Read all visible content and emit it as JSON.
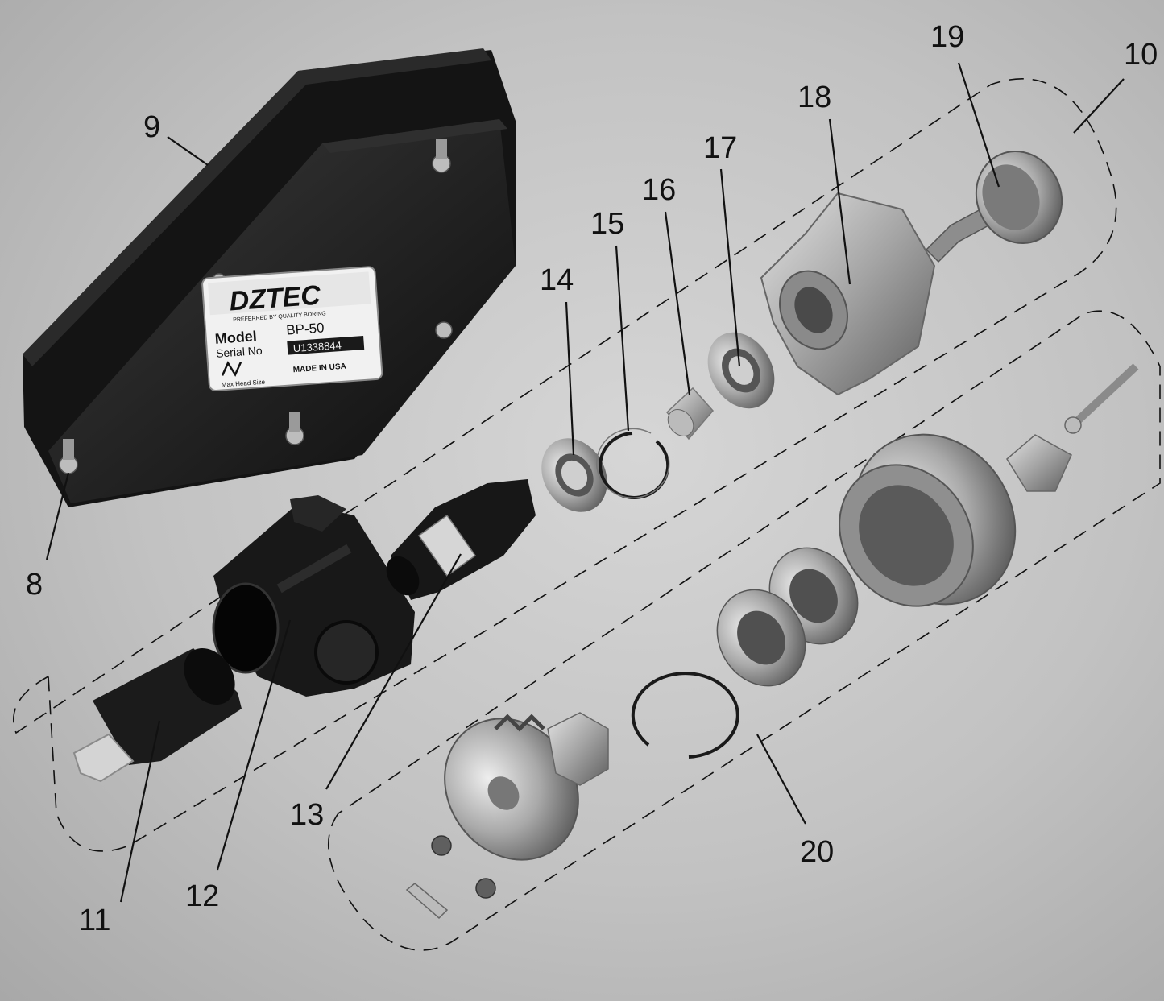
{
  "diagram": {
    "callouts": [
      "8",
      "9",
      "10",
      "11",
      "12",
      "13",
      "14",
      "15",
      "16",
      "17",
      "18",
      "19",
      "20"
    ]
  },
  "nameplate": {
    "brand": "DZTEC",
    "tagline": "PREFERRED BY QUALITY BORING",
    "model_label": "Model",
    "model_value": "BP-50",
    "serial_label": "Serial No",
    "serial_value": "U1338844",
    "made_in": "MADE IN USA",
    "max_head_label": "Max Head Size"
  },
  "colors": {
    "background": "#c4c4c4",
    "ink": "#111111",
    "cover": "#141414",
    "metal": "#b9b9b9",
    "metal_dark": "#6e6e6e"
  }
}
